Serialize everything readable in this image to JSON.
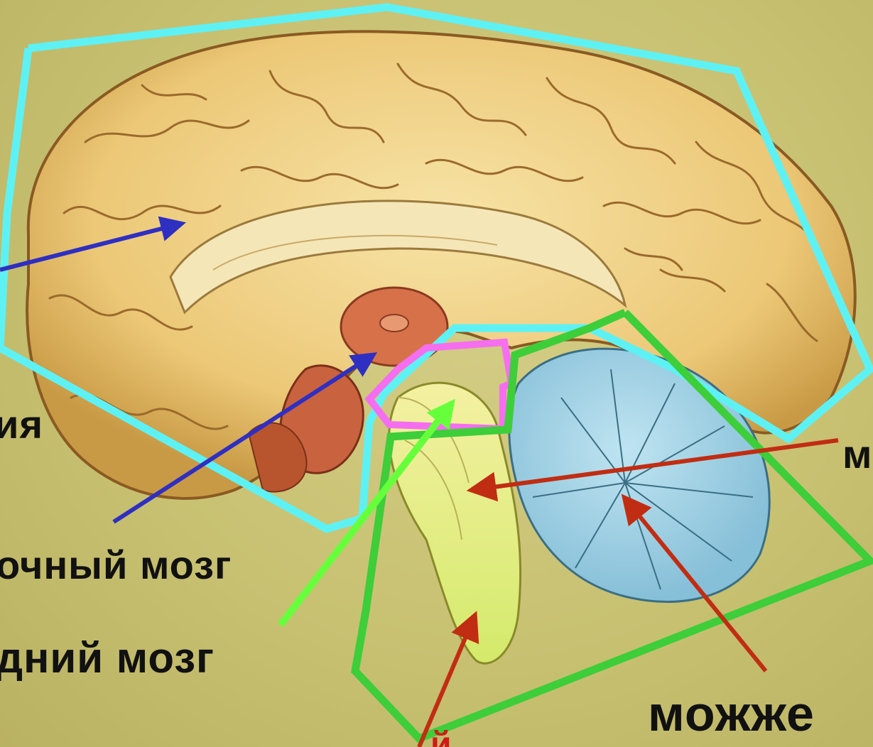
{
  "labels": {
    "region_partial": "ия",
    "pvm_partial": "очный мозг",
    "midbrain_partial": "дний мозг",
    "cerebellum_partial": "можже",
    "right_partial": "м",
    "bottom_partial": "й"
  },
  "colors": {
    "background": "#c9c273",
    "forebrain_outline": "#5ef1f4",
    "diencephalon_outline": "#f56ef0",
    "hindbrain_outline": "#3dce3a",
    "blue_arrow": "#2f2fc1",
    "green_arrow": "#66ff3b",
    "red_arrow": "#c12d12",
    "label_text": "#111111",
    "bottom_label": "#d11a1a"
  }
}
